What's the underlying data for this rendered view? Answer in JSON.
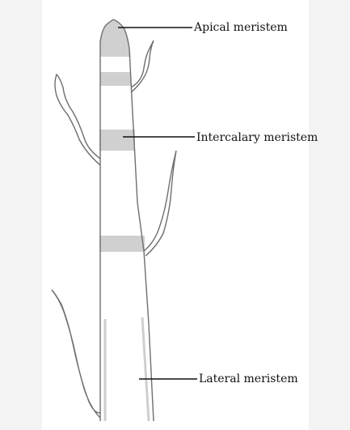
{
  "labels": {
    "apical": "Apical meristem",
    "intercalary": "Intercalary meristem",
    "lateral": "Lateral meristem"
  },
  "colors": {
    "background": "#f3f3f3",
    "panel": "#ffffff",
    "stem_outline": "#6e6e6e",
    "meristem_band": "#d0d0d0",
    "lateral_strip": "#cfcfcf",
    "leader_line": "#111111"
  }
}
